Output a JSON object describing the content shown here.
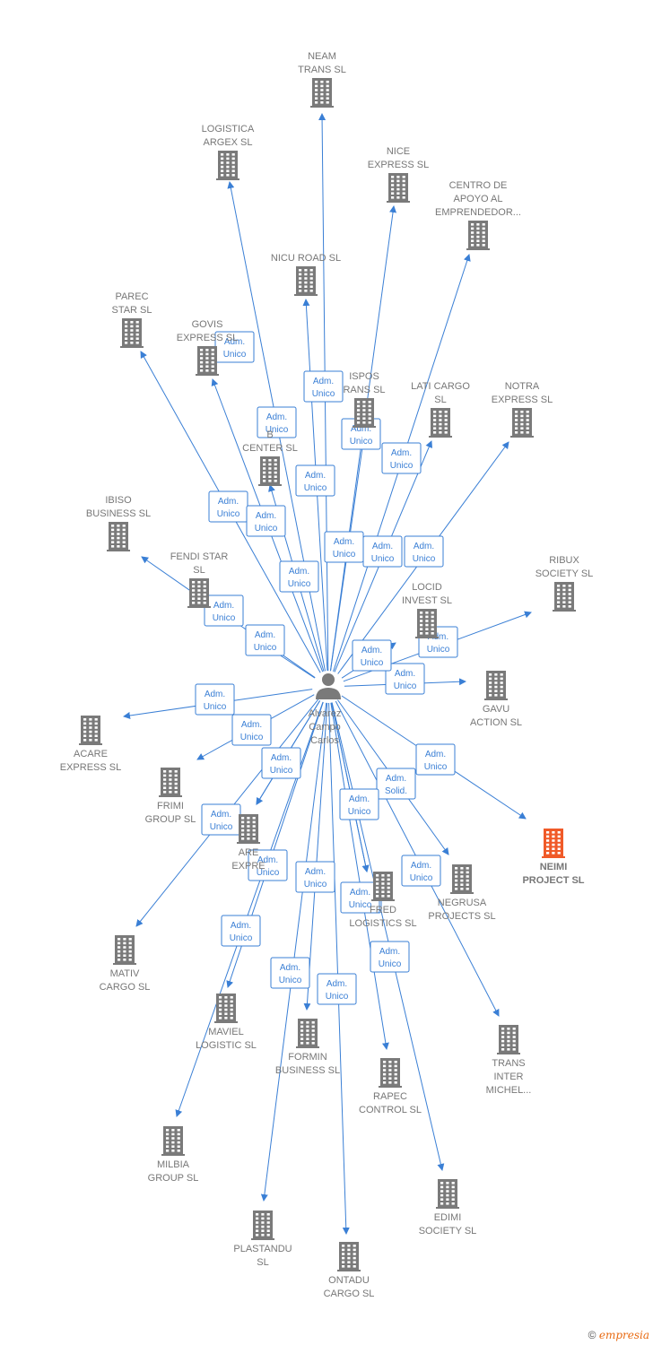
{
  "colors": {
    "edge": "#3a7fd5",
    "company": "#7a7a7a",
    "highlight": "#f05a28",
    "label": "#777777"
  },
  "person": {
    "lines": [
      "Alvarez",
      "Campo",
      "Carlos"
    ],
    "icon": "person-icon"
  },
  "companies": [
    {
      "lines": [
        "NEAM",
        "TRANS  SL"
      ]
    },
    {
      "lines": [
        "LOGISTICA",
        "ARGEX  SL"
      ]
    },
    {
      "lines": [
        "NICE",
        "EXPRESS  SL"
      ]
    },
    {
      "lines": [
        "CENTRO DE",
        "APOYO AL",
        "EMPRENDEDOR..."
      ]
    },
    {
      "lines": [
        "NICU ROAD  SL"
      ]
    },
    {
      "lines": [
        "PAREC",
        "STAR  SL"
      ]
    },
    {
      "lines": [
        "GOVIS",
        "EXPRESS  SL"
      ]
    },
    {
      "lines": [
        "ISPOS",
        "RANS  SL"
      ]
    },
    {
      "lines": [
        "LATI CARGO",
        "SL"
      ]
    },
    {
      "lines": [
        "NOTRA",
        "EXPRESS  SL"
      ]
    },
    {
      "lines": [
        "B",
        "CENTER  SL"
      ]
    },
    {
      "lines": [
        "IBISO",
        "BUSINESS  SL"
      ]
    },
    {
      "lines": [
        "FENDI STAR",
        "SL"
      ]
    },
    {
      "lines": [
        "RIBUX",
        "SOCIETY  SL"
      ]
    },
    {
      "lines": [
        "LOCID",
        "INVEST  SL"
      ]
    },
    {
      "lines": [
        "GAVU",
        "ACTION  SL"
      ]
    },
    {
      "lines": [
        "ACARE",
        "EXPRESS  SL"
      ]
    },
    {
      "lines": [
        "FRIMI",
        "GROUP  SL"
      ]
    },
    {
      "lines": [
        "NEIMI",
        "PROJECT  SL"
      ],
      "highlight": true
    },
    {
      "lines": [
        "ARE",
        "EXPRE"
      ]
    },
    {
      "lines": [
        "NEGRUSA",
        "PROJECTS  SL"
      ]
    },
    {
      "lines": [
        "FRED",
        "LOGISTICS  SL"
      ]
    },
    {
      "lines": [
        "MATIV",
        "CARGO  SL"
      ]
    },
    {
      "lines": [
        "MAVIEL",
        "LOGISTIC  SL"
      ]
    },
    {
      "lines": [
        "FORMIN",
        "BUSINESS  SL"
      ]
    },
    {
      "lines": [
        "TRANS",
        "INTER",
        "MICHEL..."
      ]
    },
    {
      "lines": [
        "RAPEC",
        "CONTROL  SL"
      ]
    },
    {
      "lines": [
        "MILBIA",
        "GROUP  SL"
      ]
    },
    {
      "lines": [
        "EDIMI",
        "SOCIETY  SL"
      ]
    },
    {
      "lines": [
        "PLASTANDU",
        "SL"
      ]
    },
    {
      "lines": [
        "ONTADU",
        "CARGO  SL"
      ]
    }
  ],
  "relations": [
    {
      "target": 0,
      "lines": [
        "Adm.",
        "Unico"
      ]
    },
    {
      "target": 1,
      "lines": [
        "Adm.",
        "Unico"
      ]
    },
    {
      "target": 2,
      "lines": [
        "Adm.",
        "Unico"
      ]
    },
    {
      "target": 3,
      "lines": [
        "Adm.",
        "Unico"
      ]
    },
    {
      "target": 4,
      "lines": [
        "Adm.",
        "Unico"
      ]
    },
    {
      "target": 5,
      "lines": [
        "Adm.",
        "Unico"
      ]
    },
    {
      "target": 6,
      "lines": [
        "Adm.",
        "Unico"
      ]
    },
    {
      "target": 7,
      "lines": [
        "Adm.",
        "Unico"
      ]
    },
    {
      "target": 8,
      "lines": [
        "Adm.",
        "Unico"
      ]
    },
    {
      "target": 9,
      "lines": [
        "Adm.",
        "Unico"
      ]
    },
    {
      "target": 10,
      "lines": [
        "Adm.",
        "Unico"
      ]
    },
    {
      "target": 11,
      "lines": [
        "Adm.",
        "Unico"
      ]
    },
    {
      "target": 12,
      "lines": [
        "Adm.",
        "Unico"
      ]
    },
    {
      "target": 13,
      "lines": [
        "Adm.",
        "Unico"
      ]
    },
    {
      "target": 14,
      "lines": [
        "Adm.",
        "Unico"
      ]
    },
    {
      "target": 15,
      "lines": [
        "Adm.",
        "Unico"
      ]
    },
    {
      "target": 16,
      "lines": [
        "Adm.",
        "Unico"
      ]
    },
    {
      "target": 17,
      "lines": [
        "Adm.",
        "Unico"
      ]
    },
    {
      "target": 18,
      "lines": [
        "Adm.",
        "Unico"
      ]
    },
    {
      "target": 19,
      "lines": [
        "Adm.",
        "Unico"
      ]
    },
    {
      "target": 20,
      "lines": [
        "Adm.",
        "Solid."
      ]
    },
    {
      "target": 21,
      "lines": [
        "Adm.",
        "Unico"
      ]
    },
    {
      "target": 22,
      "lines": [
        "Adm.",
        "Unico"
      ]
    },
    {
      "target": 23,
      "lines": [
        "Adm.",
        "Unico"
      ]
    },
    {
      "target": 24,
      "lines": [
        "Adm.",
        "Unico"
      ]
    },
    {
      "target": 25,
      "lines": [
        "Adm.",
        "Unico"
      ]
    },
    {
      "target": 26,
      "lines": [
        "Adm.",
        "Unico"
      ]
    },
    {
      "target": 27,
      "lines": [
        "Adm.",
        "Unico"
      ]
    },
    {
      "target": 28,
      "lines": [
        "Adm.",
        "Unico"
      ]
    },
    {
      "target": 29,
      "lines": [
        "Adm.",
        "Unico"
      ]
    },
    {
      "target": 30,
      "lines": [
        "Adm.",
        "Unico"
      ]
    },
    {
      "target": 19,
      "lines": [
        "Adm.",
        "Unico"
      ]
    },
    {
      "target": 21,
      "lines": [
        "Adm.",
        "Unico"
      ]
    }
  ],
  "footer": {
    "copyright": "©",
    "brand": "mpresia",
    "brand_initial": "e"
  }
}
